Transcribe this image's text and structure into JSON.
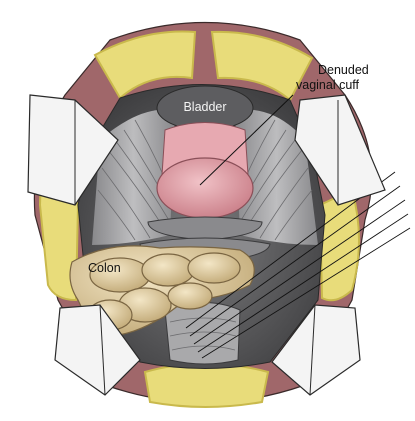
{
  "labels": {
    "bladder": "Bladder",
    "cuff_line1": "Denuded",
    "cuff_line2": "vaginal cuff",
    "colon": "Colon"
  },
  "colors": {
    "skin_edge": "#a0676a",
    "fat": "#e8dc7a",
    "fat_dark": "#c9b94c",
    "retractor": "#f4f4f4",
    "retractor_line": "#2a2a2a",
    "cavity": "#6f6f70",
    "muscle": "#b3b3b5",
    "cuff": "#d98f98",
    "cuff_dark": "#b86d78",
    "bladder": "#5d5d60",
    "colon": "#d8c49a",
    "colon_dark": "#a48e63"
  },
  "icons": {
    "sutures": "suture-lines"
  }
}
